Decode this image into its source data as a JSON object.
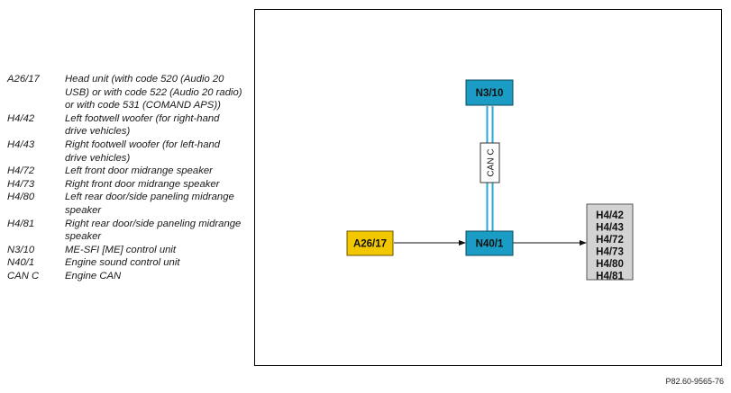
{
  "legend": [
    {
      "code": "A26/17",
      "desc": "Head unit (with code 520 (Audio 20 USB) or with code 522 (Audio 20 radio) or with code 531 (COMAND APS))"
    },
    {
      "code": "H4/42",
      "desc": "Left footwell woofer (for right-hand drive vehicles)"
    },
    {
      "code": "H4/43",
      "desc": "Right footwell woofer (for left-hand drive vehicles)"
    },
    {
      "code": "H4/72",
      "desc": "Left front door midrange speaker"
    },
    {
      "code": "H4/73",
      "desc": "Right front door midrange speaker"
    },
    {
      "code": "H4/80",
      "desc": "Left rear door/side paneling midrange speaker"
    },
    {
      "code": "H4/81",
      "desc": "Right rear door/side paneling midrange speaker"
    },
    {
      "code": "N3/10",
      "desc": "ME-SFI [ME] control unit"
    },
    {
      "code": "N40/1",
      "desc": "Engine sound control unit"
    },
    {
      "code": "CAN C",
      "desc": "Engine CAN"
    }
  ],
  "diagram": {
    "nodes": {
      "n3_10": "N3/10",
      "n40_1": "N40/1",
      "a26_17": "A26/17",
      "speakers": [
        "H4/42",
        "H4/43",
        "H4/72",
        "H4/73",
        "H4/80",
        "H4/81"
      ]
    },
    "bus_label": "CAN C",
    "colors": {
      "control_unit": "#1a9cc4",
      "head_unit": "#f2c700",
      "speaker_group": "#d3d3d3",
      "bus": "#29a8d6"
    }
  },
  "figure_id": "P82.60-9565-76"
}
